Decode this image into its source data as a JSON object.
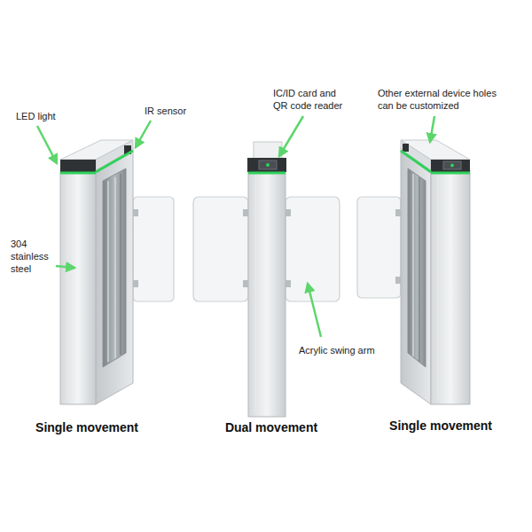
{
  "diagram": {
    "labels": [
      "LED light",
      "IR sensor",
      "304 stainless steel",
      "IC/ID card and QR code reader",
      "Other external device holes can be customized",
      "Acrylic swing arm",
      "Single movement",
      "Dual movement",
      "Single movement"
    ]
  }
}
